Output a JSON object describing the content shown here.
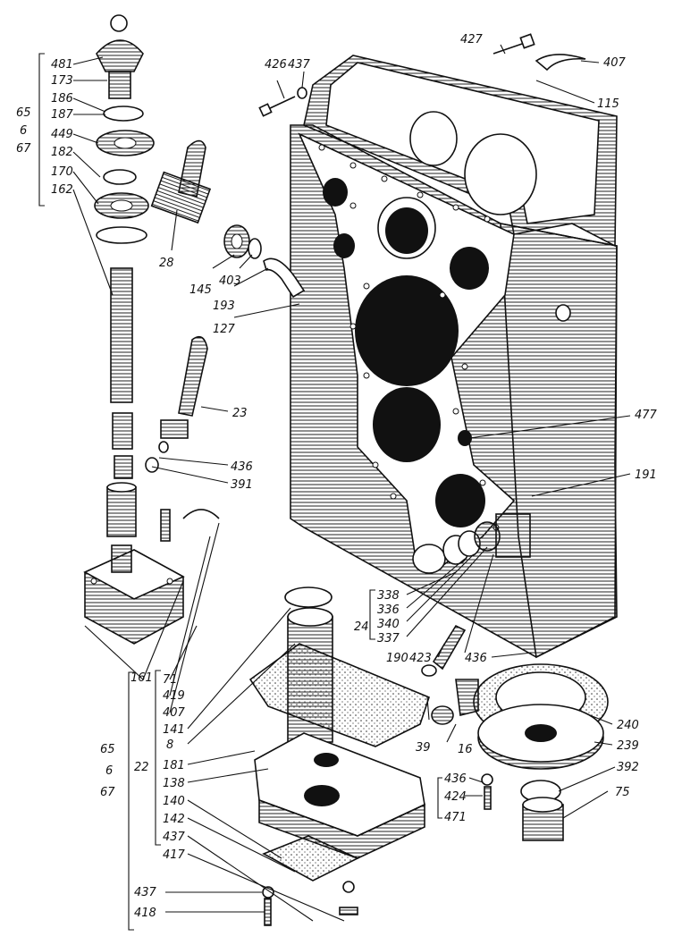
{
  "labels": {
    "p481": "481",
    "p173": "173",
    "p186": "186",
    "p187": "187",
    "p449": "449",
    "p182": "182",
    "p170": "170",
    "p162": "162",
    "p65a": "65",
    "p6a": "6",
    "p67a": "67",
    "p28": "28",
    "p145": "145",
    "p403": "403",
    "p193": "193",
    "p127": "127",
    "p23": "23",
    "p436a": "436",
    "p391": "391",
    "p426": "426",
    "p437a": "437",
    "p427": "427",
    "p407a": "407",
    "p115": "115",
    "p477": "477",
    "p191": "191",
    "p338": "338",
    "p336": "336",
    "p340": "340",
    "p337": "337",
    "p24": "24",
    "p190": "190",
    "p423": "423",
    "p436b": "436",
    "p240": "240",
    "p239": "239",
    "p392": "392",
    "p75": "75",
    "p39": "39",
    "p16": "16",
    "p436c": "436",
    "p424": "424",
    "p471": "471",
    "p161": "161",
    "p71": "71",
    "p419": "419",
    "p407b": "407",
    "p141": "141",
    "p8": "8",
    "p22": "22",
    "p181": "181",
    "p138": "138",
    "p140": "140",
    "p142": "142",
    "p437b": "437",
    "p417": "417",
    "p65b": "65",
    "p6b": "6",
    "p67b": "67",
    "p437c": "437",
    "p418": "418"
  },
  "colors": {
    "ink": "#111111",
    "paper": "#ffffff",
    "shade": "#1a1a1a"
  }
}
